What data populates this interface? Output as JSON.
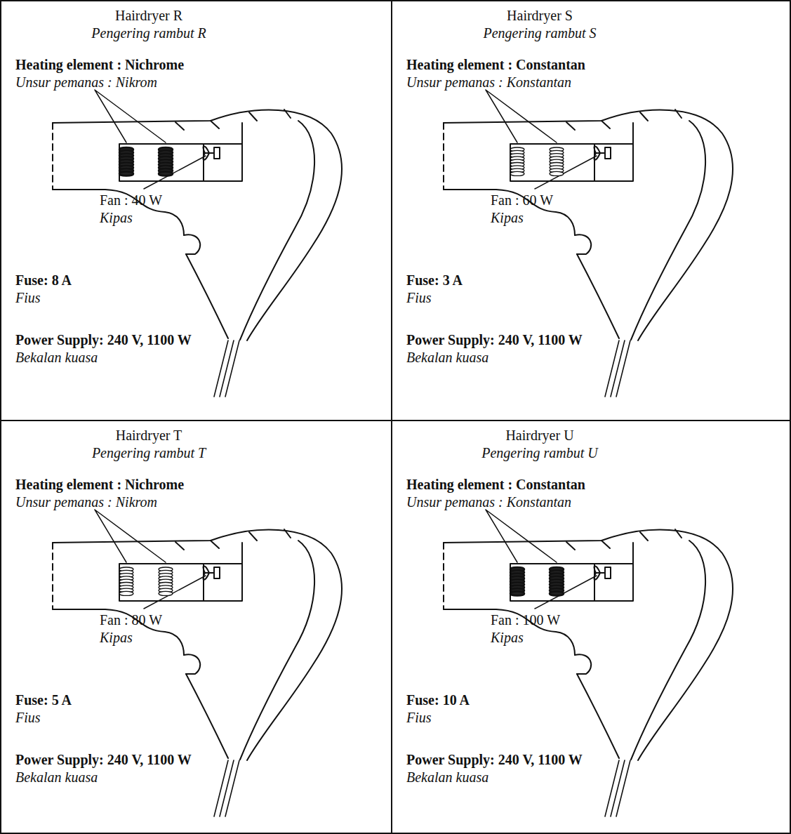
{
  "diagram": {
    "nodes": [
      {
        "text": [
          "Hairdryer R",
          "Pengering rambut R",
          "Heating element : Nichrome",
          "Unsur pemanas : Nikrom",
          "Fan : 40 W",
          "Kipas",
          "Fuse: 8 A",
          "Fius",
          "Power Supply: 240 V, 1100 W",
          "Bekalan kuasa"
        ]
      },
      {
        "text": [
          "Hairdryer S",
          "Pengering rambut S",
          "Heating element : Constantan",
          "Unsur pemanas : Konstantan",
          "Fan : 60 W",
          "Kipas",
          "Fuse: 3 A",
          "Fius",
          "Power Supply: 240 V, 1100 W",
          "Bekalan kuasa"
        ]
      },
      {
        "text": [
          "Hairdryer T",
          "Pengering rambut T",
          "Heating element : Nichrome",
          "Unsur pemanas : Nikrom",
          "Fan : 80 W",
          "Kipas",
          "Fuse: 5 A",
          "Fius",
          "Power Supply: 240 V, 1100 W",
          "Bekalan kuasa"
        ]
      },
      {
        "text": [
          "Hairdryer U",
          "Pengering rambut U",
          "Heating element : Constantan",
          "Unsur pemanas : Konstantan",
          "Fan : 100 W",
          "Kipas",
          "Fuse: 10 A",
          "Fius",
          "Power Supply: 240 V, 1100 W",
          "Bekalan kuasa"
        ]
      }
    ]
  }
}
